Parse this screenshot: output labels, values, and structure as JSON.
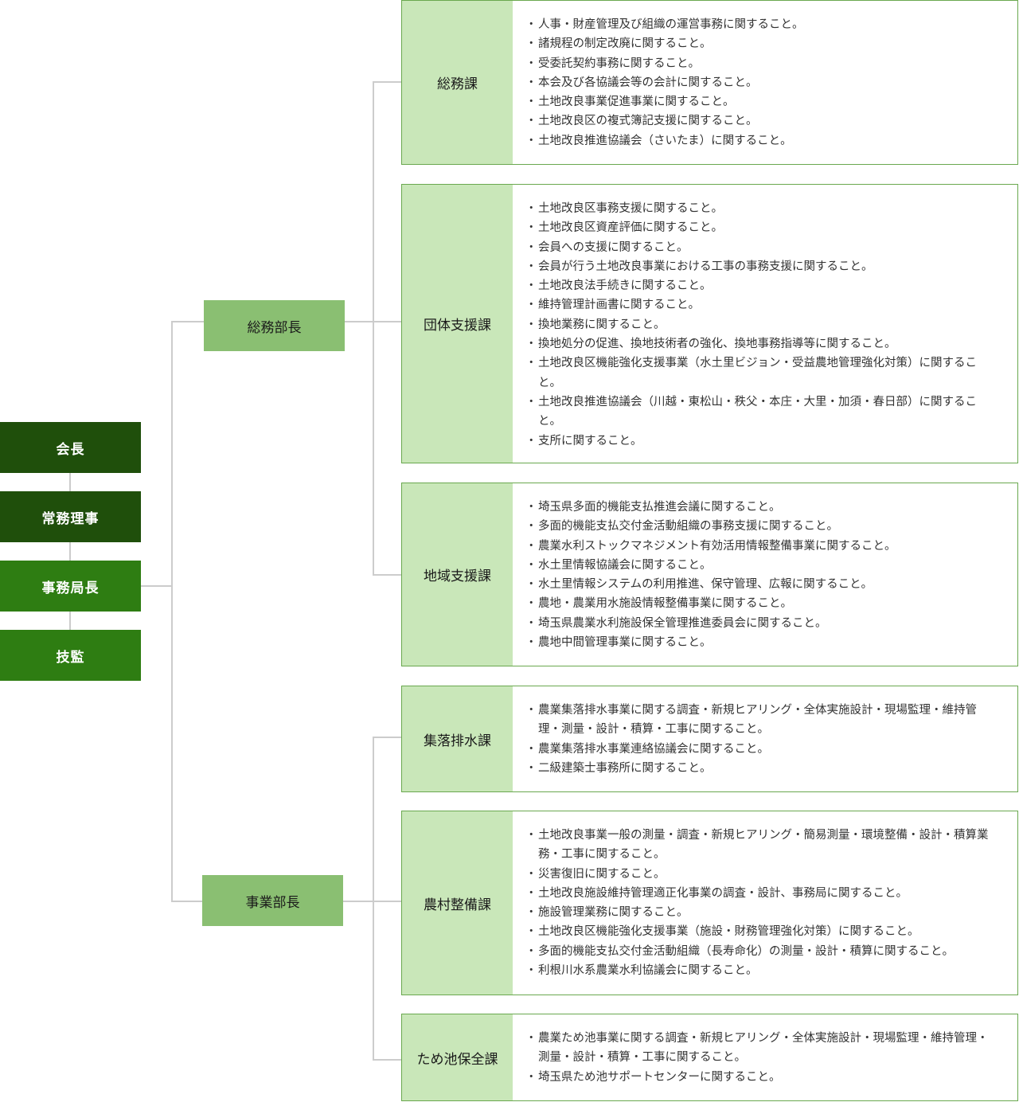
{
  "executives": [
    {
      "id": "kaicho",
      "label": "会長"
    },
    {
      "id": "jomu",
      "label": "常務理事"
    },
    {
      "id": "jimukyokucho",
      "label": "事務局長"
    },
    {
      "id": "gikan",
      "label": "技監"
    }
  ],
  "directors": [
    {
      "id": "somu-bucho",
      "label": "総務部長"
    },
    {
      "id": "jigyo-bucho",
      "label": "事業部長"
    }
  ],
  "departments": [
    {
      "name": "総務課",
      "duties": [
        "人事・財産管理及び組織の運営事務に関すること。",
        "諸規程の制定改廃に関すること。",
        "受委託契約事務に関すること。",
        "本会及び各協議会等の会計に関すること。",
        "土地改良事業促進事業に関すること。",
        "土地改良区の複式簿記支援に関すること。",
        "土地改良推進協議会（さいたま）に関すること。"
      ]
    },
    {
      "name": "団体支援課",
      "duties": [
        "土地改良区事務支援に関すること。",
        "土地改良区資産評価に関すること。",
        "会員への支援に関すること。",
        "会員が行う土地改良事業における工事の事務支援に関すること。",
        "土地改良法手続きに関すること。",
        "維持管理計画書に関すること。",
        "換地業務に関すること。",
        "換地処分の促進、換地技術者の強化、換地事務指導等に関すること。",
        "土地改良区機能強化支援事業（水土里ビジョン・受益農地管理強化対策）に関すること。",
        "土地改良推進協議会（川越・東松山・秩父・本庄・大里・加須・春日部）に関すること。",
        "支所に関すること。"
      ]
    },
    {
      "name": "地域支援課",
      "duties": [
        "埼玉県多面的機能支払推進会議に関すること。",
        "多面的機能支払交付金活動組織の事務支援に関すること。",
        "農業水利ストックマネジメント有効活用情報整備事業に関すること。",
        "水土里情報協議会に関すること。",
        "水土里情報システムの利用推進、保守管理、広報に関すること。",
        "農地・農業用水施設情報整備事業に関すること。",
        "埼玉県農業水利施設保全管理推進委員会に関すること。",
        "農地中間管理事業に関すること。"
      ]
    },
    {
      "name": "集落排水課",
      "duties": [
        "農業集落排水事業に関する調査・新規ヒアリング・全体実施設計・現場監理・維持管理・測量・設計・積算・工事に関すること。",
        "農業集落排水事業連絡協議会に関すること。",
        "二級建築士事務所に関すること。"
      ]
    },
    {
      "name": "農村整備課",
      "duties": [
        "土地改良事業一般の測量・調査・新規ヒアリング・簡易測量・環境整備・設計・積算業務・工事に関すること。",
        "災害復旧に関すること。",
        "土地改良施設維持管理適正化事業の調査・設計、事務局に関すること。",
        "施設管理業務に関すること。",
        "土地改良区機能強化支援事業（施設・財務管理強化対策）に関すること。",
        "多面的機能支払交付金活動組織（長寿命化）の測量・設計・積算に関すること。",
        "利根川水系農業水利協議会に関すること。"
      ]
    },
    {
      "name": "ため池保全課",
      "duties": [
        "農業ため池事業に関する調査・新規ヒアリング・全体実施設計・現場監理・維持管理・測量・設計・積算・工事に関すること。",
        "埼玉県ため池サポートセンターに関すること。"
      ]
    }
  ]
}
